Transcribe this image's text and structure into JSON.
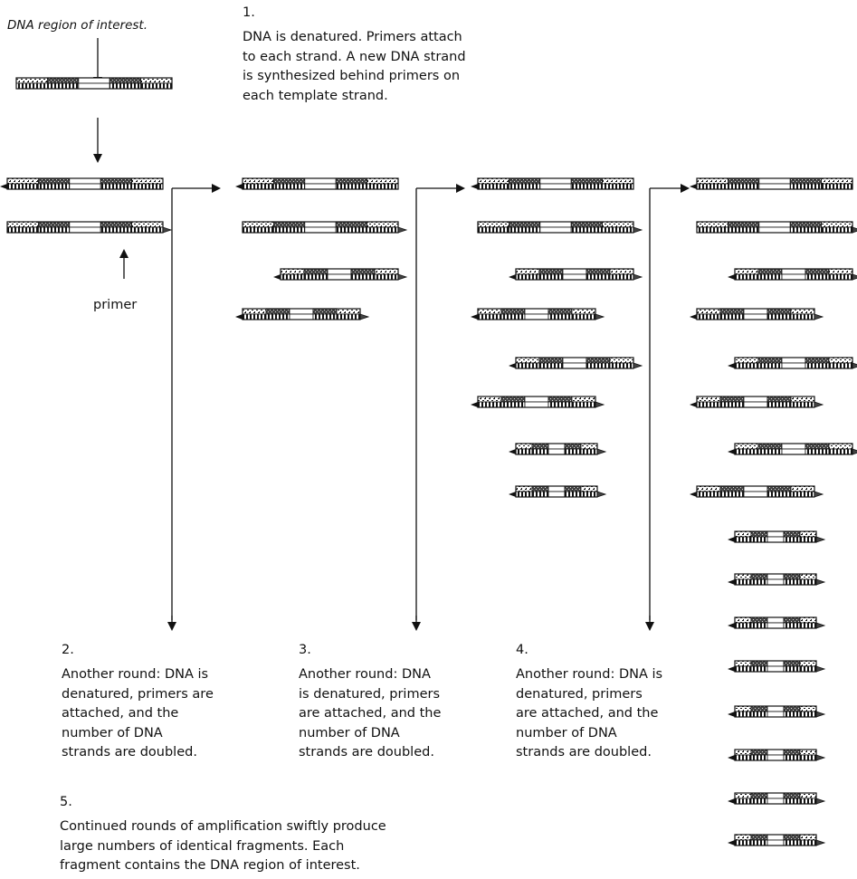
{
  "labels": {
    "region": "DNA region of interest.",
    "primer": "primer"
  },
  "steps": [
    {
      "number": "1.",
      "text": "DNA is denatured.  Primers attach\nto each strand.  A new DNA strand\nis synthesized behind primers on\neach template strand."
    },
    {
      "number": "2.",
      "text": "Another round: DNA is\ndenatured, primers are\nattached, and the\nnumber of DNA\nstrands are doubled."
    },
    {
      "number": "3.",
      "text": "Another round: DNA\nis denatured, primers\nare attached, and the\nnumber of DNA\nstrands are doubled."
    },
    {
      "number": "4.",
      "text": "Another round: DNA is\ndenatured, primers\nare attached, and the\nnumber of DNA\nstrands are doubled."
    },
    {
      "number": "5.",
      "text": "Continued rounds of amplification swiftly produce\nlarge numbers of  identical fragments.  Each\nfragment contains the DNA region of interest."
    }
  ],
  "colors": {
    "ink": "#111111",
    "dark_fill": "#3a3a3a",
    "mid_fill": "#8a8a8a",
    "light_fill": "#d0d0d0",
    "white": "#ffffff"
  }
}
